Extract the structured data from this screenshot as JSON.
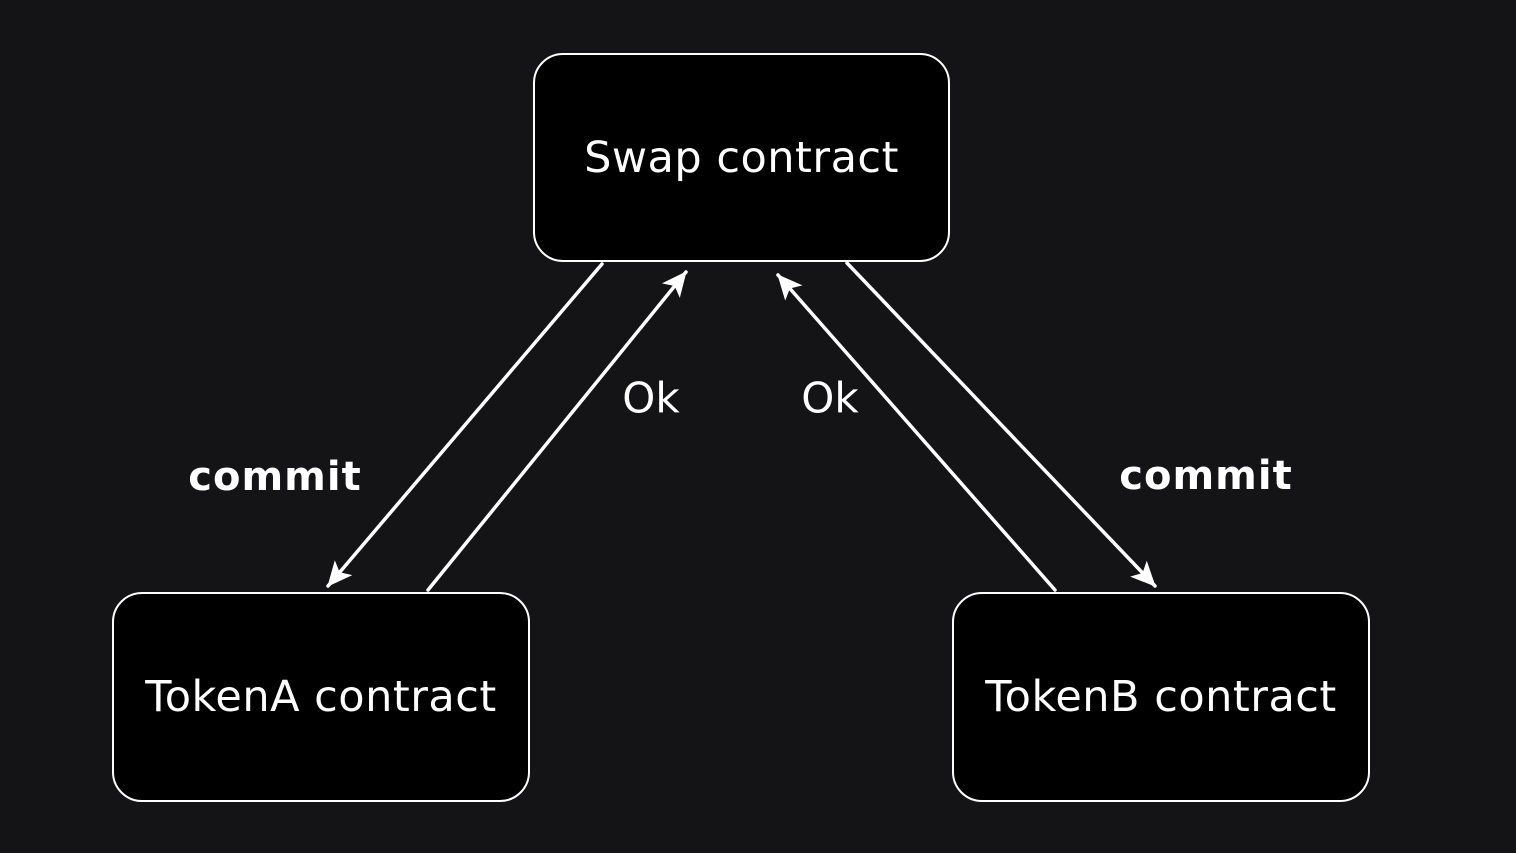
{
  "diagram": {
    "colors": {
      "background": "#141416",
      "node_fill": "#000000",
      "line": "#ffffff",
      "text": "#ffffff"
    },
    "nodes": [
      {
        "id": "swap",
        "label": "Swap contract"
      },
      {
        "id": "tokenA",
        "label": "TokenA contract"
      },
      {
        "id": "tokenB",
        "label": "TokenB contract"
      }
    ],
    "edges": [
      {
        "id": "commit-left",
        "from": "swap",
        "to": "tokenA",
        "label": "commit",
        "weight": "bold"
      },
      {
        "id": "ok-left",
        "from": "tokenA",
        "to": "swap",
        "label": "Ok",
        "weight": "normal"
      },
      {
        "id": "ok-right",
        "from": "tokenB",
        "to": "swap",
        "label": "Ok",
        "weight": "normal"
      },
      {
        "id": "commit-right",
        "from": "swap",
        "to": "tokenB",
        "label": "commit",
        "weight": "bold"
      }
    ]
  }
}
